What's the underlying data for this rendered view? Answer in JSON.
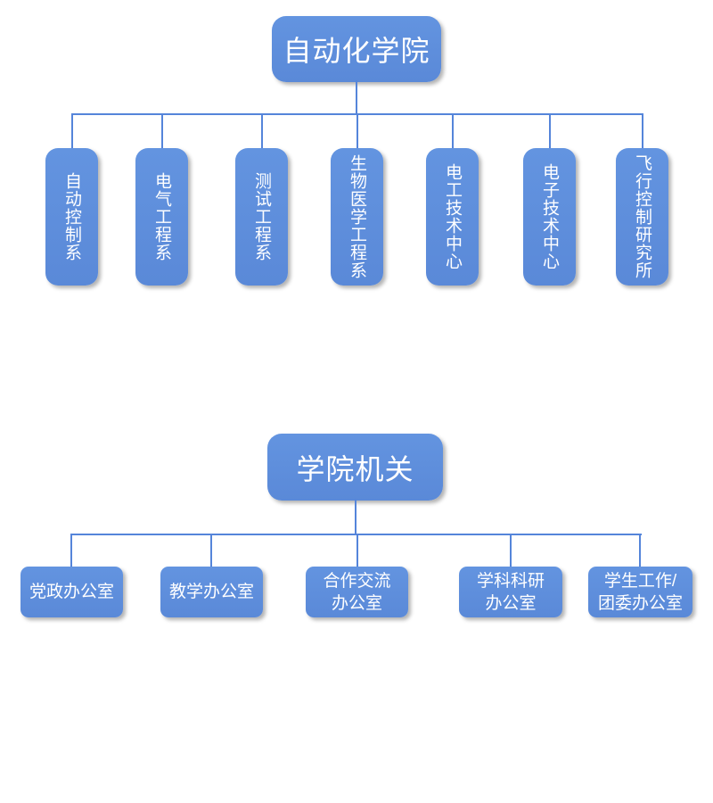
{
  "org_chart": {
    "type": "organization-chart",
    "colors": {
      "node_fill": "#5d8ddb",
      "node_text": "#ffffff",
      "connector": "#5585da",
      "background": "#ffffff"
    },
    "sections": [
      {
        "root": {
          "label": "自动化学院"
        },
        "children": [
          {
            "label": "自动控制系"
          },
          {
            "label": "电气工程系"
          },
          {
            "label": "测试工程系"
          },
          {
            "label": "生物医学工程系"
          },
          {
            "label": "电工技术中心"
          },
          {
            "label": "电子技术中心"
          },
          {
            "label": "飞行控制研究所"
          }
        ]
      },
      {
        "root": {
          "label": "学院机关"
        },
        "children": [
          {
            "label": "党政办公室"
          },
          {
            "label": "教学办公室"
          },
          {
            "label": "合作交流\n办公室"
          },
          {
            "label": "学科科研\n办公室"
          },
          {
            "label": "学生工作/\n团委办公室"
          }
        ]
      }
    ]
  }
}
